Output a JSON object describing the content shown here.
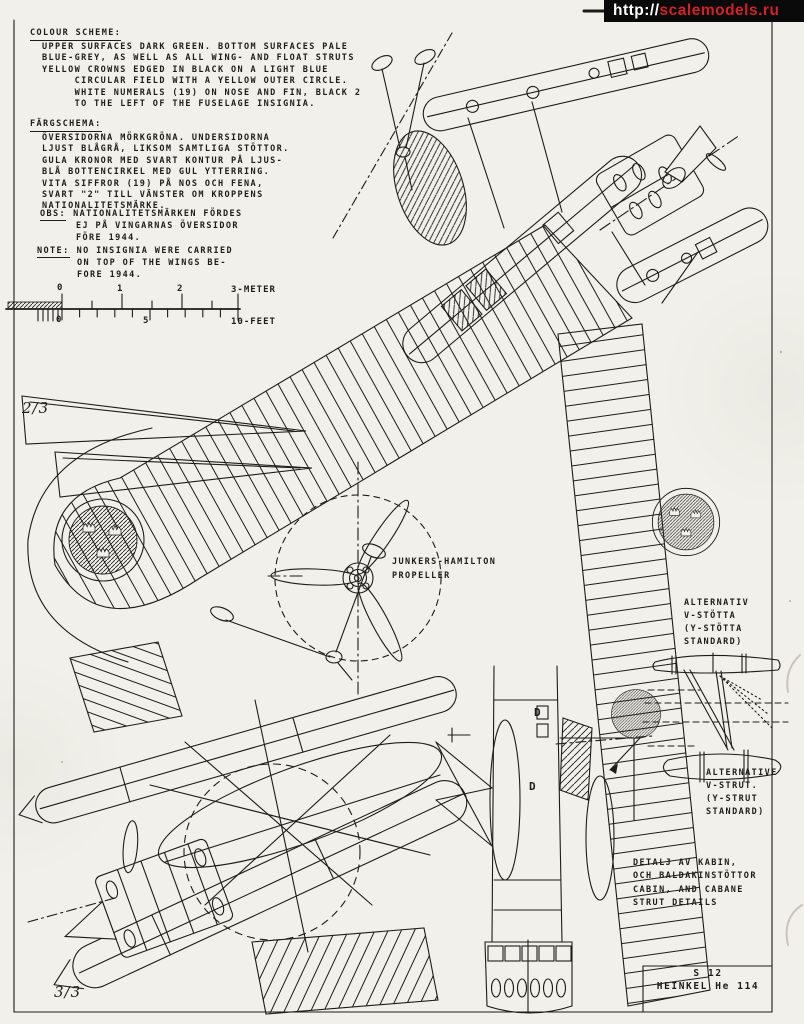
{
  "banner": {
    "url_prefix": "http://",
    "url_domain": "scalemodels.ru"
  },
  "notes": {
    "colour_scheme": {
      "heading": "COLOUR SCHEME:",
      "lines": [
        "UPPER SURFACES DARK GREEN. BOTTOM SURFACES PALE",
        "BLUE-GREY, AS WELL AS ALL WING- AND FLOAT STRUTS",
        "YELLOW CROWNS EDGED IN BLACK ON A LIGHT BLUE",
        "     CIRCULAR FIELD WITH A YELLOW OUTER CIRCLE.",
        "     WHITE NUMERALS (19) ON NOSE AND FIN, BLACK 2",
        "     TO THE LEFT OF THE FUSELAGE INSIGNIA."
      ]
    },
    "fargschema": {
      "heading": "FÄRGSCHEMA:",
      "lines": [
        "ÖVERSIDORNA MÖRKGRÖNA. UNDERSIDORNA",
        "LJUST BLÅGRÅ, LIKSOM SAMTLIGA STÖTTOR.",
        "GULA KRONOR MED SVART KONTUR PÅ LJUS-",
        "BLÅ BOTTENCIRKEL MED GUL YTTERRING.",
        "VITA SIFFROR (19) PÅ NOS OCH FENA,",
        "SVART \"2\" TILL VÄNSTER OM KROPPENS",
        "NATIONALITETSMÄRKE."
      ]
    },
    "obs": {
      "label": "OBS:",
      "lines": [
        "NATIONALITETSMÄRKEN FÖRDES",
        "EJ PÅ VINGARNAS ÖVERSIDOR",
        "FÖRE 1944."
      ]
    },
    "note": {
      "label": "NOTE:",
      "lines": [
        "NO INSIGNIA WERE CARRIED",
        "ON TOP OF THE WINGS BE-",
        "FORE 1944."
      ]
    }
  },
  "scale_bar": {
    "meter_ticks": [
      "0",
      "1",
      "2"
    ],
    "meter_end": "3-METER",
    "feet_ticks": [
      "0",
      "5"
    ],
    "feet_end": "10-FEET"
  },
  "sheet_marks": {
    "top": "2/3",
    "bottom": "3/3"
  },
  "labels": {
    "propeller": {
      "l1": "JUNKERS-HAMILTON",
      "l2": "PROPELLER"
    },
    "alt_strut_sv": {
      "l1": "ALTERNATIV",
      "l2": "V-STÖTTA",
      "l3": "(Y-STÖTTA",
      "l4": "STANDARD)"
    },
    "alt_strut_en": {
      "l1": "ALTERNATIVE",
      "l2": "V-STRUT.",
      "l3": "(Y-STRUT",
      "l4": "STANDARD)"
    },
    "cabin_detail": {
      "l1": "DETALJ AV KABIN,",
      "l2": "OCH BALDAKINSTÖTTOR",
      "l3": "CABIN, AND CABANE",
      "l4": "STRUT DETAILS"
    },
    "section_marker": "D"
  },
  "title_block": {
    "sheet_code": "S 12",
    "aircraft_name": "HEINKEL He 114"
  },
  "colors": {
    "paper": "#f1f0ea",
    "ink": "#1d1c1a",
    "banner_bg": "#0a0a0a",
    "banner_prefix": "#ffffff",
    "banner_domain": "#d42222"
  }
}
